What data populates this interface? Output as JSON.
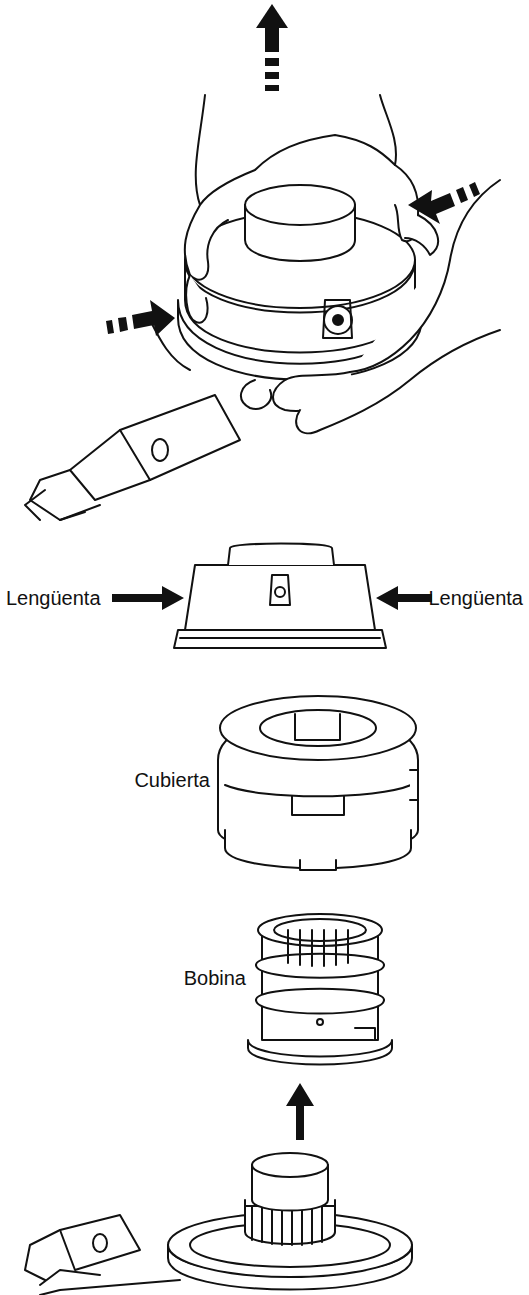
{
  "diagram": {
    "labels": [
      "Lengüenta",
      "Lengüenta",
      "Cubierta",
      "Bobina"
    ]
  }
}
